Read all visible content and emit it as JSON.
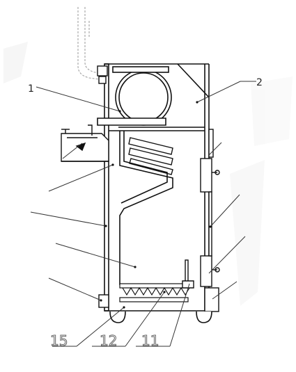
{
  "labels": {
    "l1": "1",
    "l2": "2",
    "l15": "15",
    "l12": "12",
    "l11": "11"
  }
}
